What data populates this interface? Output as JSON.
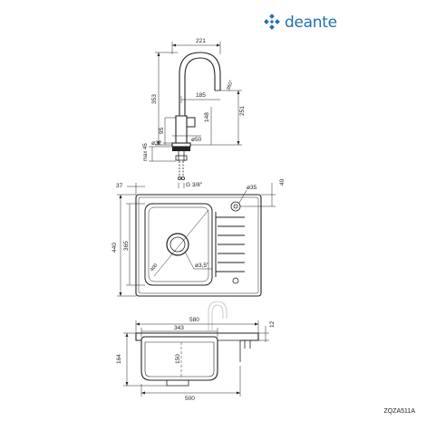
{
  "brand": {
    "name": "deante",
    "color": "#1f6fb8",
    "icon": "deante-logo-icon"
  },
  "product_code": "ZQZA511A",
  "faucet_dims": {
    "width": "221",
    "height": "353",
    "spout_reach": "185",
    "spout_height": "251",
    "body_height": "148",
    "rotation": "360°",
    "base_height": "95",
    "base_dia": "ø50",
    "hole_dia": "ø32",
    "max_plate": "max 45",
    "thread": "G 3/8\""
  },
  "sink_top_dims": {
    "edge_offset": "37",
    "tap_hole": "ø35",
    "tap_offset": "40",
    "depth": "440",
    "bowl_depth": "365",
    "bowl_diag": "400",
    "drain": "ø3,5\""
  },
  "sink_front_dims": {
    "width": "580",
    "bowl_width": "343",
    "flange": "12",
    "height": "164",
    "bowl_height": "150",
    "base_width": "500"
  }
}
